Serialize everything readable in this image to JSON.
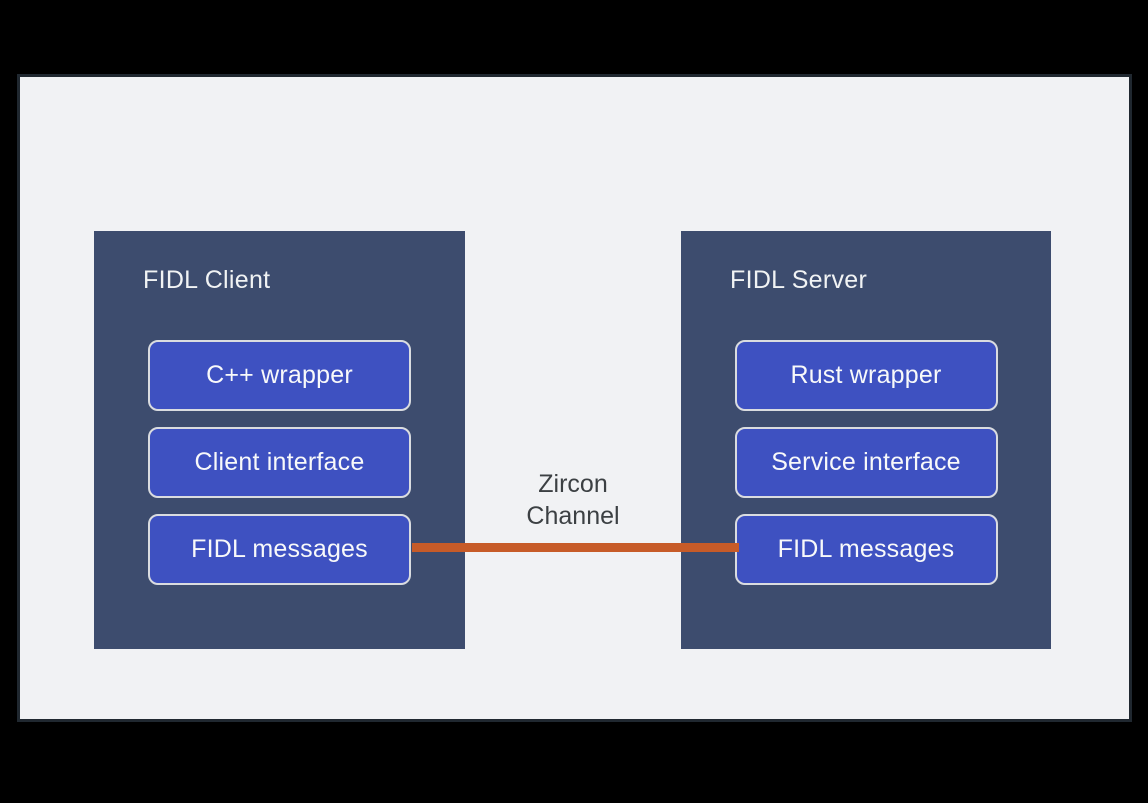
{
  "colors": {
    "page_bg": "#000000",
    "canvas_bg": "#f1f2f4",
    "frame_border": "#202830",
    "panel_bg": "#3d4c6e",
    "node_bg": "#3e51c1",
    "node_border": "#dadce0",
    "node_text": "#f8f9fa",
    "panel_title_text": "#f1f3f4",
    "channel_line": "#c75b28",
    "channel_text": "#3c4043"
  },
  "client": {
    "title": "FIDL Client",
    "boxes": [
      "C++ wrapper",
      "Client interface",
      "FIDL messages"
    ]
  },
  "server": {
    "title": "FIDL Server",
    "boxes": [
      "Rust wrapper",
      "Service interface",
      "FIDL messages"
    ]
  },
  "channel": {
    "label": [
      "Zircon",
      "Channel"
    ]
  }
}
